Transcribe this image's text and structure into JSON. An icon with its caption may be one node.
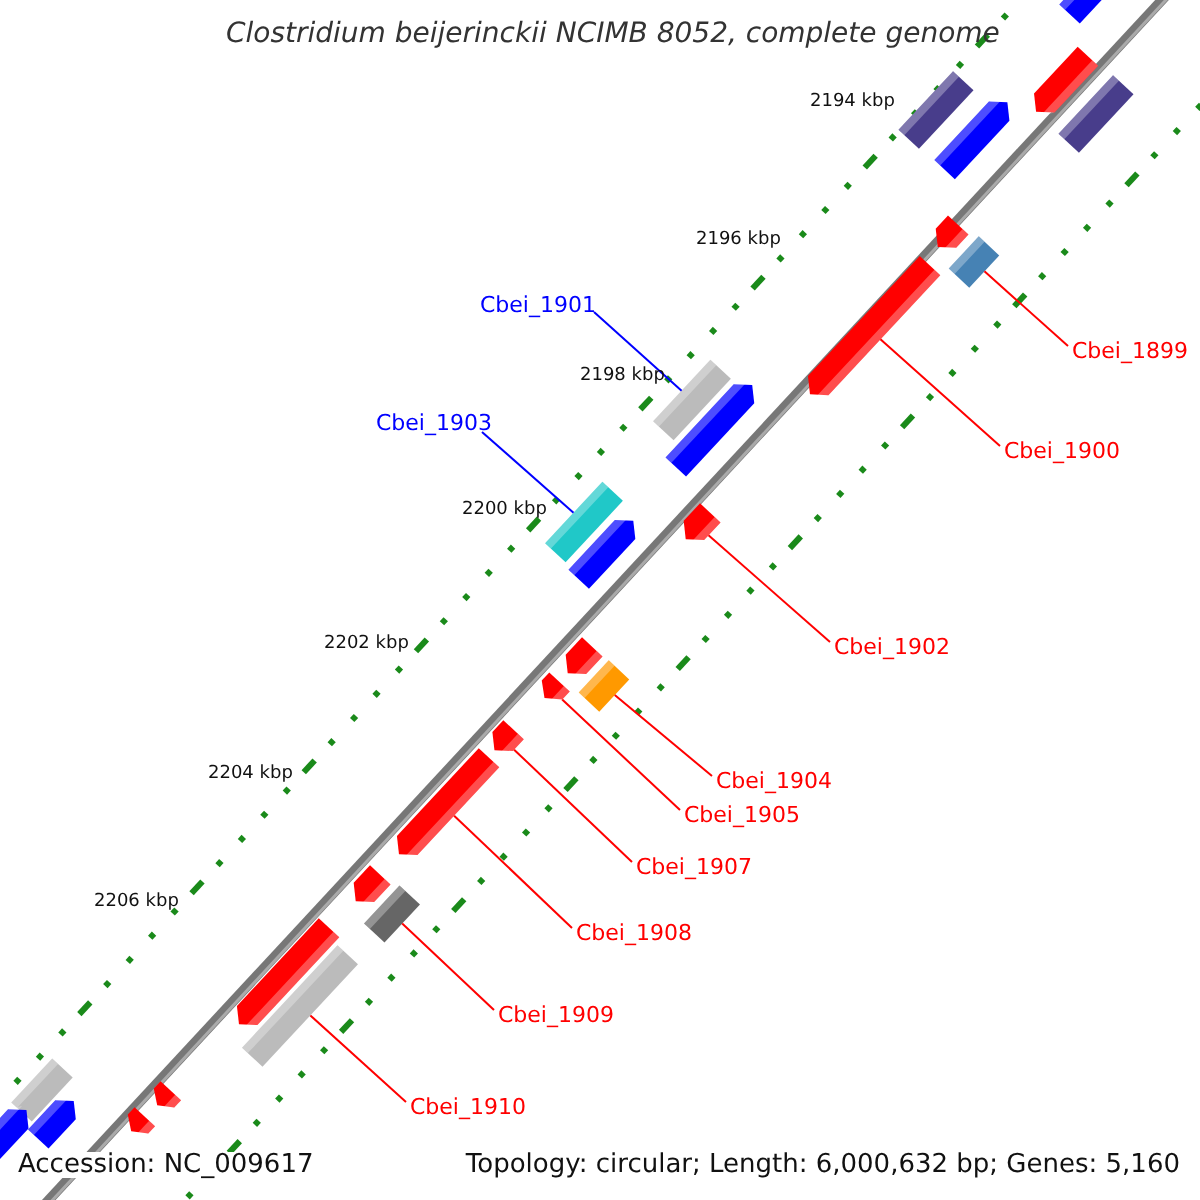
{
  "diagram": {
    "title": "Clostridium beijerinckii NCIMB 8052, complete genome",
    "nodes": [
      {
        "text": [
          "Cbei_1901"
        ]
      },
      {
        "text": [
          "Cbei_1899"
        ]
      },
      {
        "text": [
          "Cbei_1903"
        ]
      },
      {
        "text": [
          "Cbei_1900"
        ]
      },
      {
        "text": [
          "Cbei_1902"
        ]
      },
      {
        "text": [
          "Cbei_1904"
        ]
      },
      {
        "text": [
          "Cbei_1905"
        ]
      },
      {
        "text": [
          "Cbei_1907"
        ]
      },
      {
        "text": [
          "Cbei_1908"
        ]
      },
      {
        "text": [
          "Cbei_1909"
        ]
      },
      {
        "text": [
          "Cbei_1910"
        ]
      },
      {
        "text": [],
        "shape": "bar"
      },
      {
        "text": [],
        "shape": "bar"
      },
      {
        "text": [],
        "shape": "bar"
      },
      {
        "text": [],
        "shape": "arrow"
      },
      {
        "text": [],
        "shape": "arrow"
      },
      {
        "text": [],
        "shape": "bar"
      },
      {
        "text": [],
        "shape": "arrow"
      },
      {
        "text": [],
        "shape": "arrow"
      },
      {
        "text": [],
        "shape": "arrow"
      },
      {
        "text": [],
        "shape": "bar"
      },
      {
        "text": [],
        "shape": "bar"
      },
      {
        "text": [],
        "shape": "bar"
      },
      {
        "text": [],
        "shape": "arrow"
      },
      {
        "text": [],
        "shape": "arrow"
      },
      {
        "text": [],
        "shape": "bar"
      },
      {
        "text": [],
        "shape": "arrow"
      },
      {
        "text": [],
        "shape": "arrow"
      },
      {
        "text": [],
        "shape": "arrow"
      },
      {
        "text": [],
        "shape": "arrow"
      },
      {
        "text": [],
        "shape": "arrow"
      },
      {
        "text": [],
        "shape": "arrow"
      },
      {
        "text": [],
        "shape": "arrow"
      },
      {
        "text": [],
        "shape": "arrow"
      },
      {
        "text": [],
        "shape": "arrow"
      },
      {
        "text": [],
        "shape": "bar"
      },
      {
        "text": [],
        "shape": "arrow"
      },
      {
        "text": [],
        "shape": "arrow"
      }
    ],
    "edges": [
      {
        "from": 0,
        "to": 11,
        "arrow": "none",
        "color": "#0000ff"
      },
      {
        "from": 1,
        "to": 12,
        "arrow": "none"
      },
      {
        "from": 2,
        "to": 13,
        "arrow": "none",
        "color": "#0000ff"
      },
      {
        "from": 3,
        "to": 14,
        "arrow": "none"
      },
      {
        "from": 4,
        "to": 15,
        "arrow": "none"
      },
      {
        "from": 5,
        "to": 16,
        "arrow": "none"
      },
      {
        "from": 6,
        "to": 17,
        "arrow": "none"
      },
      {
        "from": 7,
        "to": 18,
        "arrow": "none"
      },
      {
        "from": 8,
        "to": 19,
        "arrow": "none"
      },
      {
        "from": 9,
        "to": 20,
        "arrow": "none"
      },
      {
        "from": 10,
        "to": 21,
        "arrow": "none"
      }
    ],
    "labels": [
      "2194 kbp",
      "2196 kbp",
      "2198 kbp",
      "2200 kbp",
      "2202 kbp",
      "2204 kbp",
      "2206 kbp",
      "Accession: NC_009617",
      "Topology: circular; Length: 6,000,632 bp; Genes: 5,160"
    ]
  }
}
